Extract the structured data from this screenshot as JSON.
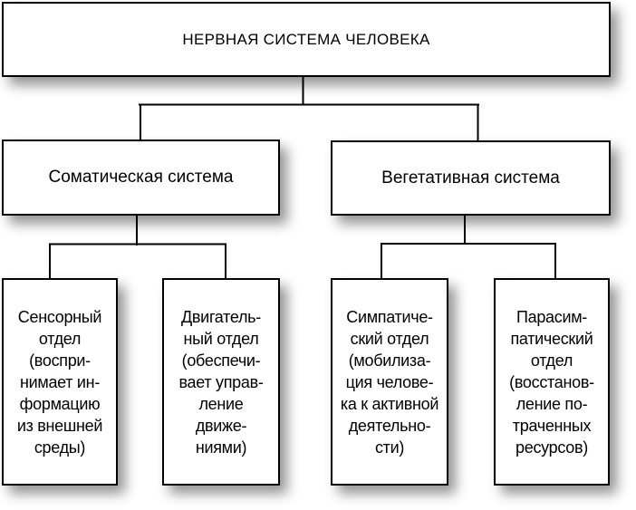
{
  "colors": {
    "background": "#ffffff",
    "box_fill": "#ffffff",
    "box_border": "#000000",
    "text": "#000000",
    "shadow": "#999999"
  },
  "diagram": {
    "title": "НЕРВНАЯ СИСТЕМА ЧЕЛОВЕКА",
    "level2": [
      {
        "id": "somatic",
        "label": "Соматическая система"
      },
      {
        "id": "vegetative",
        "label": "Вегетативная система"
      }
    ],
    "level3": [
      {
        "id": "sensory",
        "parent": "somatic",
        "label": "Сенсорный\nотдел\n(воспри-\nнимает ин-\nформацию\nиз внешней\nсреды)"
      },
      {
        "id": "motor",
        "parent": "somatic",
        "label": "Двигатель-\nный отдел\n(обеспечи-\nвает управ-\nление\nдвиже-\nниями)"
      },
      {
        "id": "sympathetic",
        "parent": "vegetative",
        "label": "Симпатиче-\nский отдел\n(мобилиза-\nция челове-\nка к активной\nдеятельно-\nсти)"
      },
      {
        "id": "parasympathetic",
        "parent": "vegetative",
        "label": "Парасим-\nпатический\nотдел\n(восстанов-\nление по-\nтраченных\nресурсов)"
      }
    ]
  }
}
